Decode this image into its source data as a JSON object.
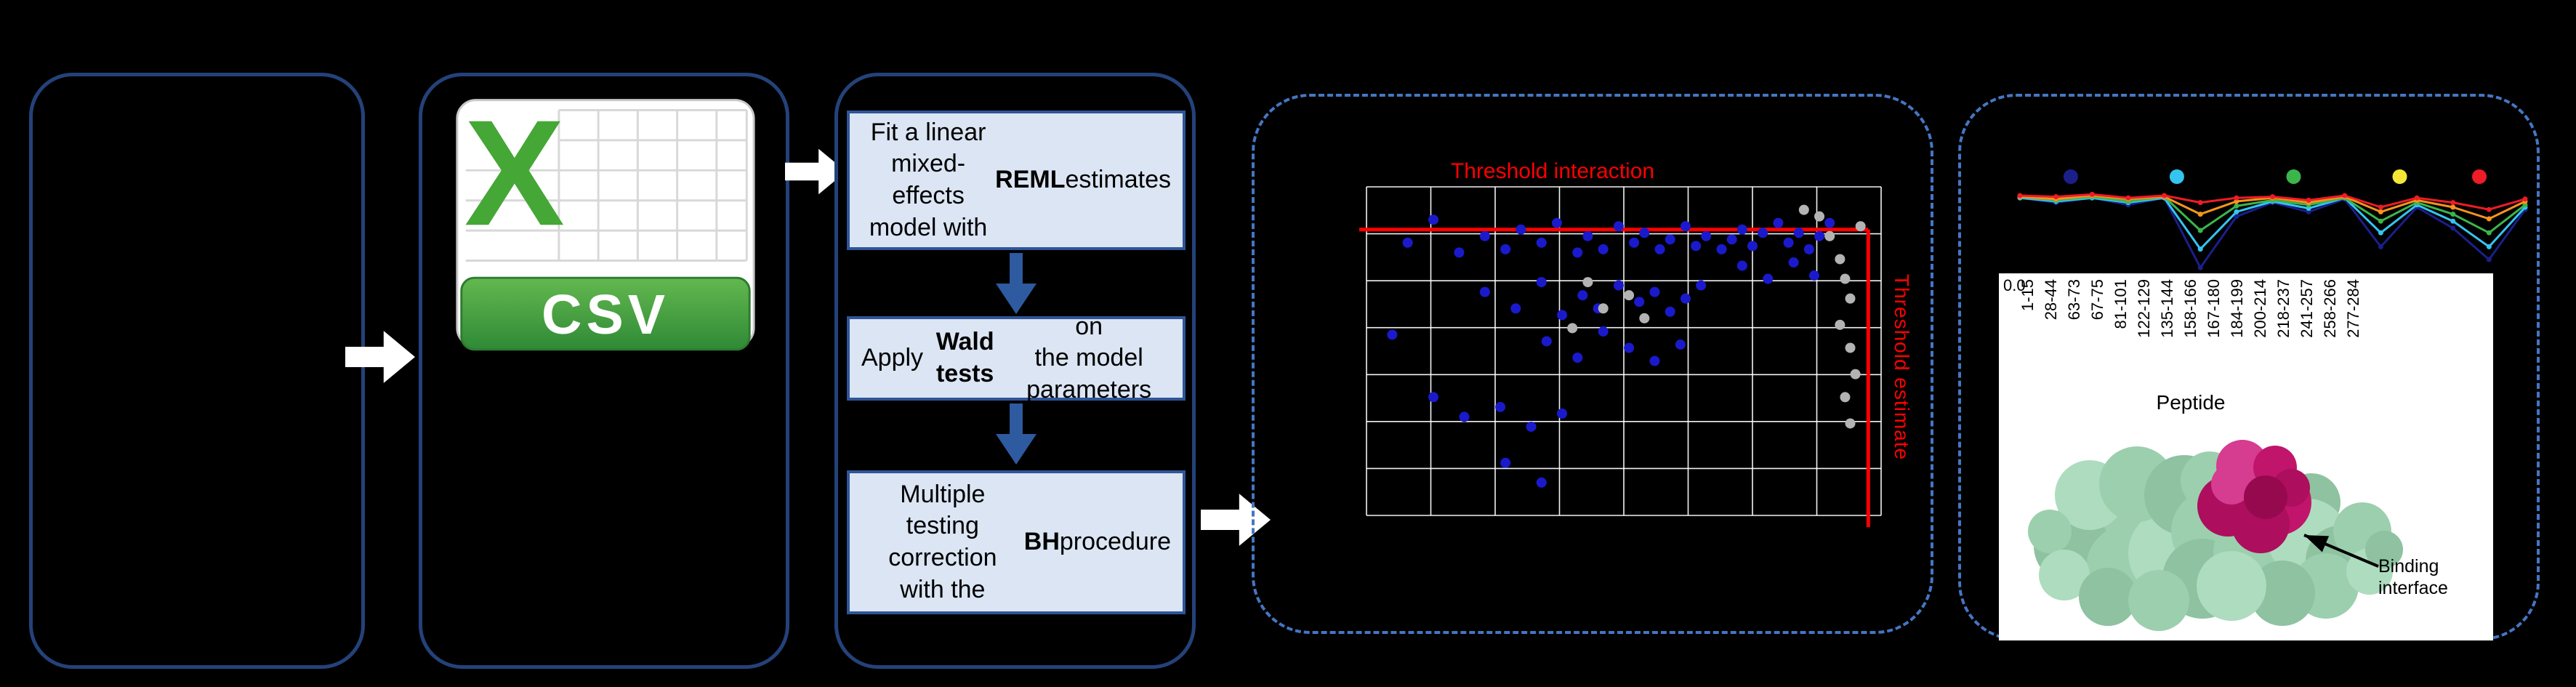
{
  "canvas": {
    "bg": "#000000",
    "solid_border": "#24427a",
    "dashed_border": "#4576c4",
    "arrow_fill": "#ffffff"
  },
  "flow": {
    "csv_icon": {
      "letter": "X",
      "banner": "CSV",
      "letter_color": "#45a735",
      "banner_color": "#3f9a3f"
    },
    "steps": [
      {
        "segments": [
          {
            "text": "Fit a linear mixed-\neffects model with\n"
          },
          {
            "text": "REML",
            "bold": true
          },
          {
            "text": " estimates"
          }
        ]
      },
      {
        "segments": [
          {
            "text": "Apply "
          },
          {
            "text": "Wald tests",
            "bold": true
          },
          {
            "text": " on\nthe model parameters"
          }
        ]
      },
      {
        "segments": [
          {
            "text": "Multiple testing\ncorrection\nwith the "
          },
          {
            "text": "BH",
            "bold": true
          },
          {
            "text": " procedure"
          }
        ]
      }
    ]
  },
  "protein": {
    "annotation": "Binding interface"
  },
  "chart_data": [
    {
      "type": "scatter",
      "title": "Threshold interaction",
      "right_label": "Threshold estimate",
      "grid": {
        "cols": 8,
        "rows": 7,
        "color": "#ffffff"
      },
      "thresholds": {
        "color": "#ff0000",
        "y_frac": 0.13,
        "x_frac": 0.975
      },
      "series": [
        {
          "name": "significant-points",
          "color": "#1a1acc",
          "points": [
            [
              0.08,
              0.17
            ],
            [
              0.13,
              0.1
            ],
            [
              0.18,
              0.2
            ],
            [
              0.23,
              0.15
            ],
            [
              0.27,
              0.19
            ],
            [
              0.3,
              0.13
            ],
            [
              0.34,
              0.17
            ],
            [
              0.37,
              0.11
            ],
            [
              0.41,
              0.2
            ],
            [
              0.43,
              0.15
            ],
            [
              0.46,
              0.19
            ],
            [
              0.49,
              0.12
            ],
            [
              0.52,
              0.17
            ],
            [
              0.54,
              0.14
            ],
            [
              0.57,
              0.19
            ],
            [
              0.59,
              0.16
            ],
            [
              0.62,
              0.12
            ],
            [
              0.64,
              0.18
            ],
            [
              0.66,
              0.15
            ],
            [
              0.69,
              0.19
            ],
            [
              0.71,
              0.16
            ],
            [
              0.73,
              0.13
            ],
            [
              0.75,
              0.18
            ],
            [
              0.77,
              0.14
            ],
            [
              0.8,
              0.11
            ],
            [
              0.82,
              0.17
            ],
            [
              0.84,
              0.14
            ],
            [
              0.86,
              0.19
            ],
            [
              0.88,
              0.15
            ],
            [
              0.9,
              0.11
            ],
            [
              0.23,
              0.32
            ],
            [
              0.29,
              0.37
            ],
            [
              0.34,
              0.29
            ],
            [
              0.38,
              0.39
            ],
            [
              0.42,
              0.33
            ],
            [
              0.45,
              0.37
            ],
            [
              0.49,
              0.3
            ],
            [
              0.53,
              0.35
            ],
            [
              0.56,
              0.32
            ],
            [
              0.59,
              0.38
            ],
            [
              0.62,
              0.34
            ],
            [
              0.65,
              0.3
            ],
            [
              0.35,
              0.47
            ],
            [
              0.41,
              0.52
            ],
            [
              0.46,
              0.44
            ],
            [
              0.51,
              0.49
            ],
            [
              0.56,
              0.53
            ],
            [
              0.61,
              0.48
            ],
            [
              0.13,
              0.64
            ],
            [
              0.19,
              0.7
            ],
            [
              0.26,
              0.67
            ],
            [
              0.32,
              0.73
            ],
            [
              0.38,
              0.69
            ],
            [
              0.27,
              0.84
            ],
            [
              0.34,
              0.9
            ],
            [
              0.73,
              0.24
            ],
            [
              0.78,
              0.28
            ],
            [
              0.83,
              0.23
            ],
            [
              0.87,
              0.27
            ],
            [
              0.05,
              0.45
            ]
          ]
        },
        {
          "name": "non-significant-points",
          "color": "#b3b3b3",
          "points": [
            [
              0.85,
              0.07
            ],
            [
              0.88,
              0.09
            ],
            [
              0.9,
              0.15
            ],
            [
              0.92,
              0.22
            ],
            [
              0.93,
              0.28
            ],
            [
              0.94,
              0.34
            ],
            [
              0.92,
              0.42
            ],
            [
              0.94,
              0.49
            ],
            [
              0.95,
              0.57
            ],
            [
              0.93,
              0.64
            ],
            [
              0.94,
              0.72
            ],
            [
              0.96,
              0.12
            ],
            [
              0.43,
              0.29
            ],
            [
              0.46,
              0.37
            ],
            [
              0.51,
              0.33
            ],
            [
              0.54,
              0.4
            ],
            [
              0.4,
              0.43
            ]
          ]
        }
      ]
    },
    {
      "type": "line",
      "categories": [
        "1-15",
        "28-44",
        "63-73",
        "67-75",
        "81-101",
        "122-129",
        "135-144",
        "158-166",
        "167-180",
        "184-199",
        "200-214",
        "218-237",
        "241-257",
        "258-266",
        "277-284"
      ],
      "xlabel": "Peptide",
      "y_tick": "0.0",
      "legend_dots": {
        "colors": [
          "#1b1f8a",
          "#35c4f0",
          "#3cb54a",
          "#f5e636",
          "#ee1c25"
        ],
        "x_frac": [
          0.13,
          0.33,
          0.55,
          0.75,
          0.9
        ]
      },
      "series": [
        {
          "name": "series-red",
          "color": "#ee1c25",
          "values": [
            0.0,
            -0.01,
            0.01,
            -0.02,
            0.0,
            -0.06,
            -0.02,
            -0.01,
            -0.04,
            0.0,
            -0.1,
            -0.02,
            -0.06,
            -0.12,
            -0.03
          ]
        },
        {
          "name": "series-orange",
          "color": "#f7941d",
          "values": [
            -0.01,
            -0.03,
            0.0,
            -0.03,
            -0.01,
            -0.16,
            -0.05,
            -0.02,
            -0.06,
            -0.01,
            -0.14,
            -0.04,
            -0.1,
            -0.2,
            -0.05
          ]
        },
        {
          "name": "series-green",
          "color": "#3cb54a",
          "values": [
            -0.01,
            -0.04,
            -0.01,
            -0.05,
            -0.01,
            -0.3,
            -0.09,
            -0.04,
            -0.08,
            -0.02,
            -0.22,
            -0.06,
            -0.16,
            -0.32,
            -0.08
          ]
        },
        {
          "name": "series-cyan",
          "color": "#35c4f0",
          "values": [
            -0.02,
            -0.05,
            -0.02,
            -0.06,
            -0.02,
            -0.46,
            -0.14,
            -0.05,
            -0.11,
            -0.02,
            -0.32,
            -0.08,
            -0.22,
            -0.44,
            -0.1
          ]
        },
        {
          "name": "series-blue",
          "color": "#1b1f8a",
          "values": [
            -0.02,
            -0.06,
            -0.02,
            -0.08,
            -0.02,
            -0.62,
            -0.18,
            -0.06,
            -0.14,
            -0.03,
            -0.44,
            -0.1,
            -0.28,
            -0.55,
            -0.12
          ]
        }
      ]
    }
  ]
}
